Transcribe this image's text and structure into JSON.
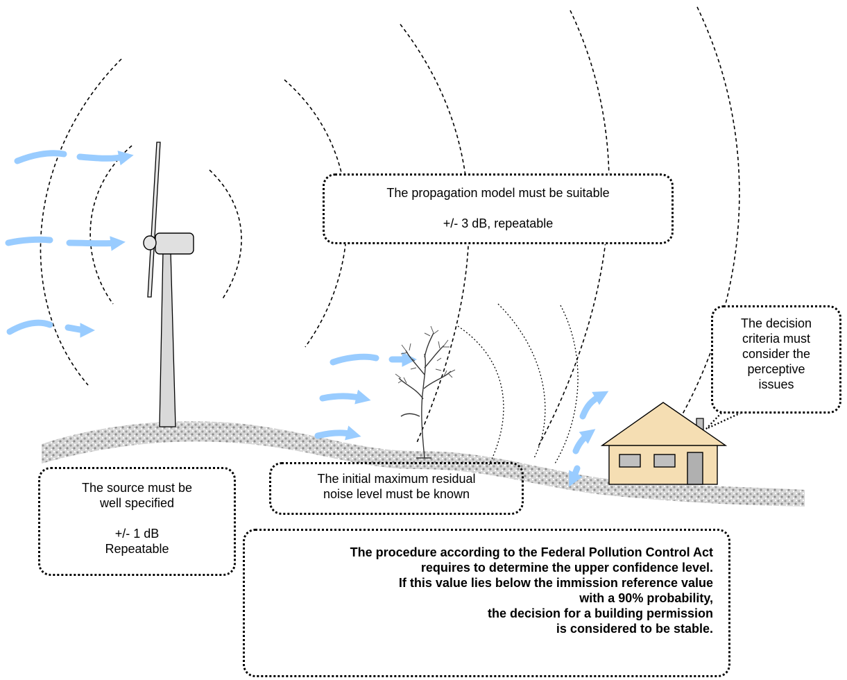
{
  "callouts": {
    "propagation": {
      "line1": "The propagation model must be suitable",
      "line2": "+/- 3 dB, repeatable"
    },
    "source": {
      "line1": "The source must be",
      "line2": "well specified",
      "line3": "+/- 1 dB",
      "line4": "Repeatable"
    },
    "residual": {
      "line1": "The initial maximum residual",
      "line2": "noise level must be known"
    },
    "decision": {
      "text": "The decision criteria must consider the perceptive issues"
    },
    "procedure": {
      "line1": "The procedure according to the Federal Pollution Control Act",
      "line2": "requires to determine the upper confidence level.",
      "line3": "If this value lies below the immission reference value",
      "line4": "with a 90% probability,",
      "line5": "the decision for a building permission",
      "line6": "is considered to be stable."
    }
  },
  "colors": {
    "wind_arrow": "#99ccff",
    "ground": "#b8b8b8",
    "house_wall": "#f5deb3",
    "house_roof": "#f5deb3",
    "turbine": "#d9d9d9",
    "window": "#c0c0c0",
    "door": "#b0b0b0"
  }
}
